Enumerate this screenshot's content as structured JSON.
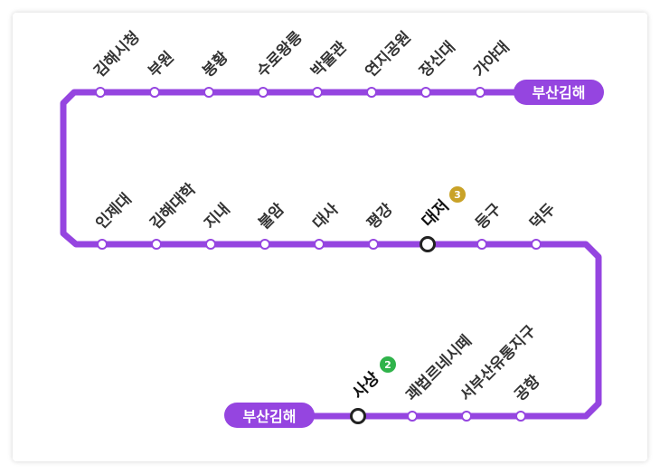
{
  "line": {
    "color": "#9545e0",
    "terminal_color": "#9545e0"
  },
  "terminals": {
    "top": "부산김해",
    "bottom": "부산김해"
  },
  "rows": {
    "row1": [
      "김해시청",
      "부원",
      "봉황",
      "수로왕릉",
      "박물관",
      "연지공원",
      "장신대",
      "가야대"
    ],
    "row2": [
      "인제대",
      "김해대학",
      "지내",
      "불암",
      "대사",
      "평강",
      "대저",
      "등구",
      "덕두"
    ],
    "row3": [
      "사상",
      "괘법르네시떼",
      "서부산유통지구",
      "공항"
    ]
  },
  "transfers": {
    "daejeo": {
      "station": "대저",
      "badge": "3",
      "color": "#c9a227"
    },
    "sasang": {
      "station": "사상",
      "badge": "2",
      "color": "#2fb34a"
    }
  }
}
